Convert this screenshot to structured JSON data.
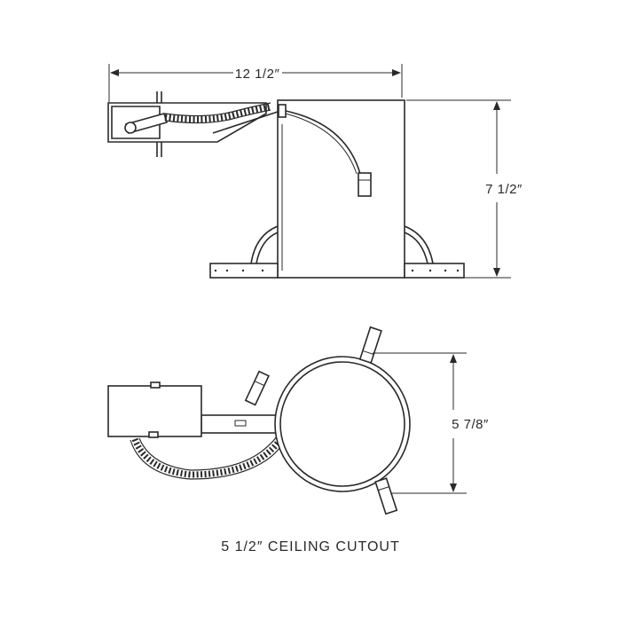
{
  "dimensions": {
    "width_top": "12 1/2″",
    "height_side": "7 1/2″",
    "diameter_bottom": "5 7/8″"
  },
  "caption": "5 1/2″ CEILING CUTOUT",
  "colors": {
    "line": "#2a2a2a",
    "background": "#ffffff"
  }
}
